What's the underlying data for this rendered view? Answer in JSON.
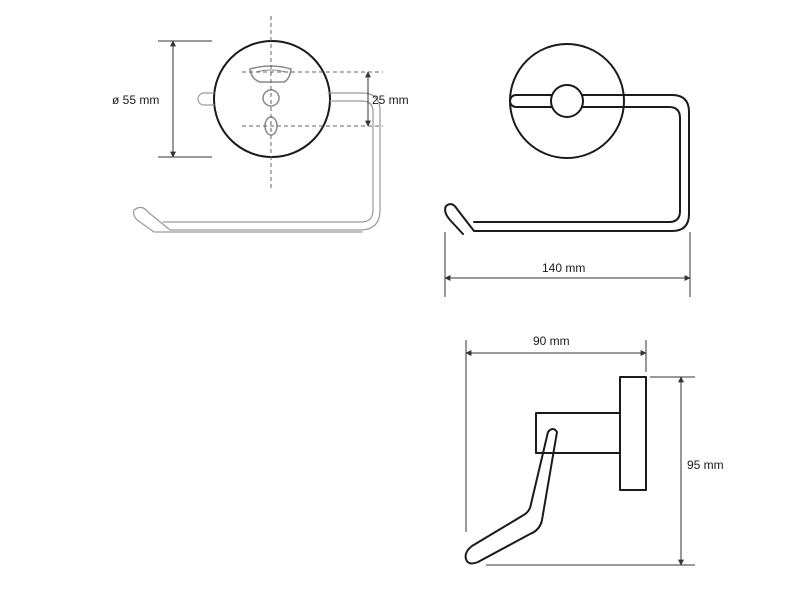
{
  "dimensions": {
    "diameter": "ø 55 mm",
    "hole_spacing": "25 mm",
    "width": "140 mm",
    "depth": "90 mm",
    "height": "95 mm"
  },
  "colors": {
    "line": "#1a1a1a",
    "dimension": "#333333",
    "dashed": "#666666",
    "hidden": "#9a9a9a"
  }
}
